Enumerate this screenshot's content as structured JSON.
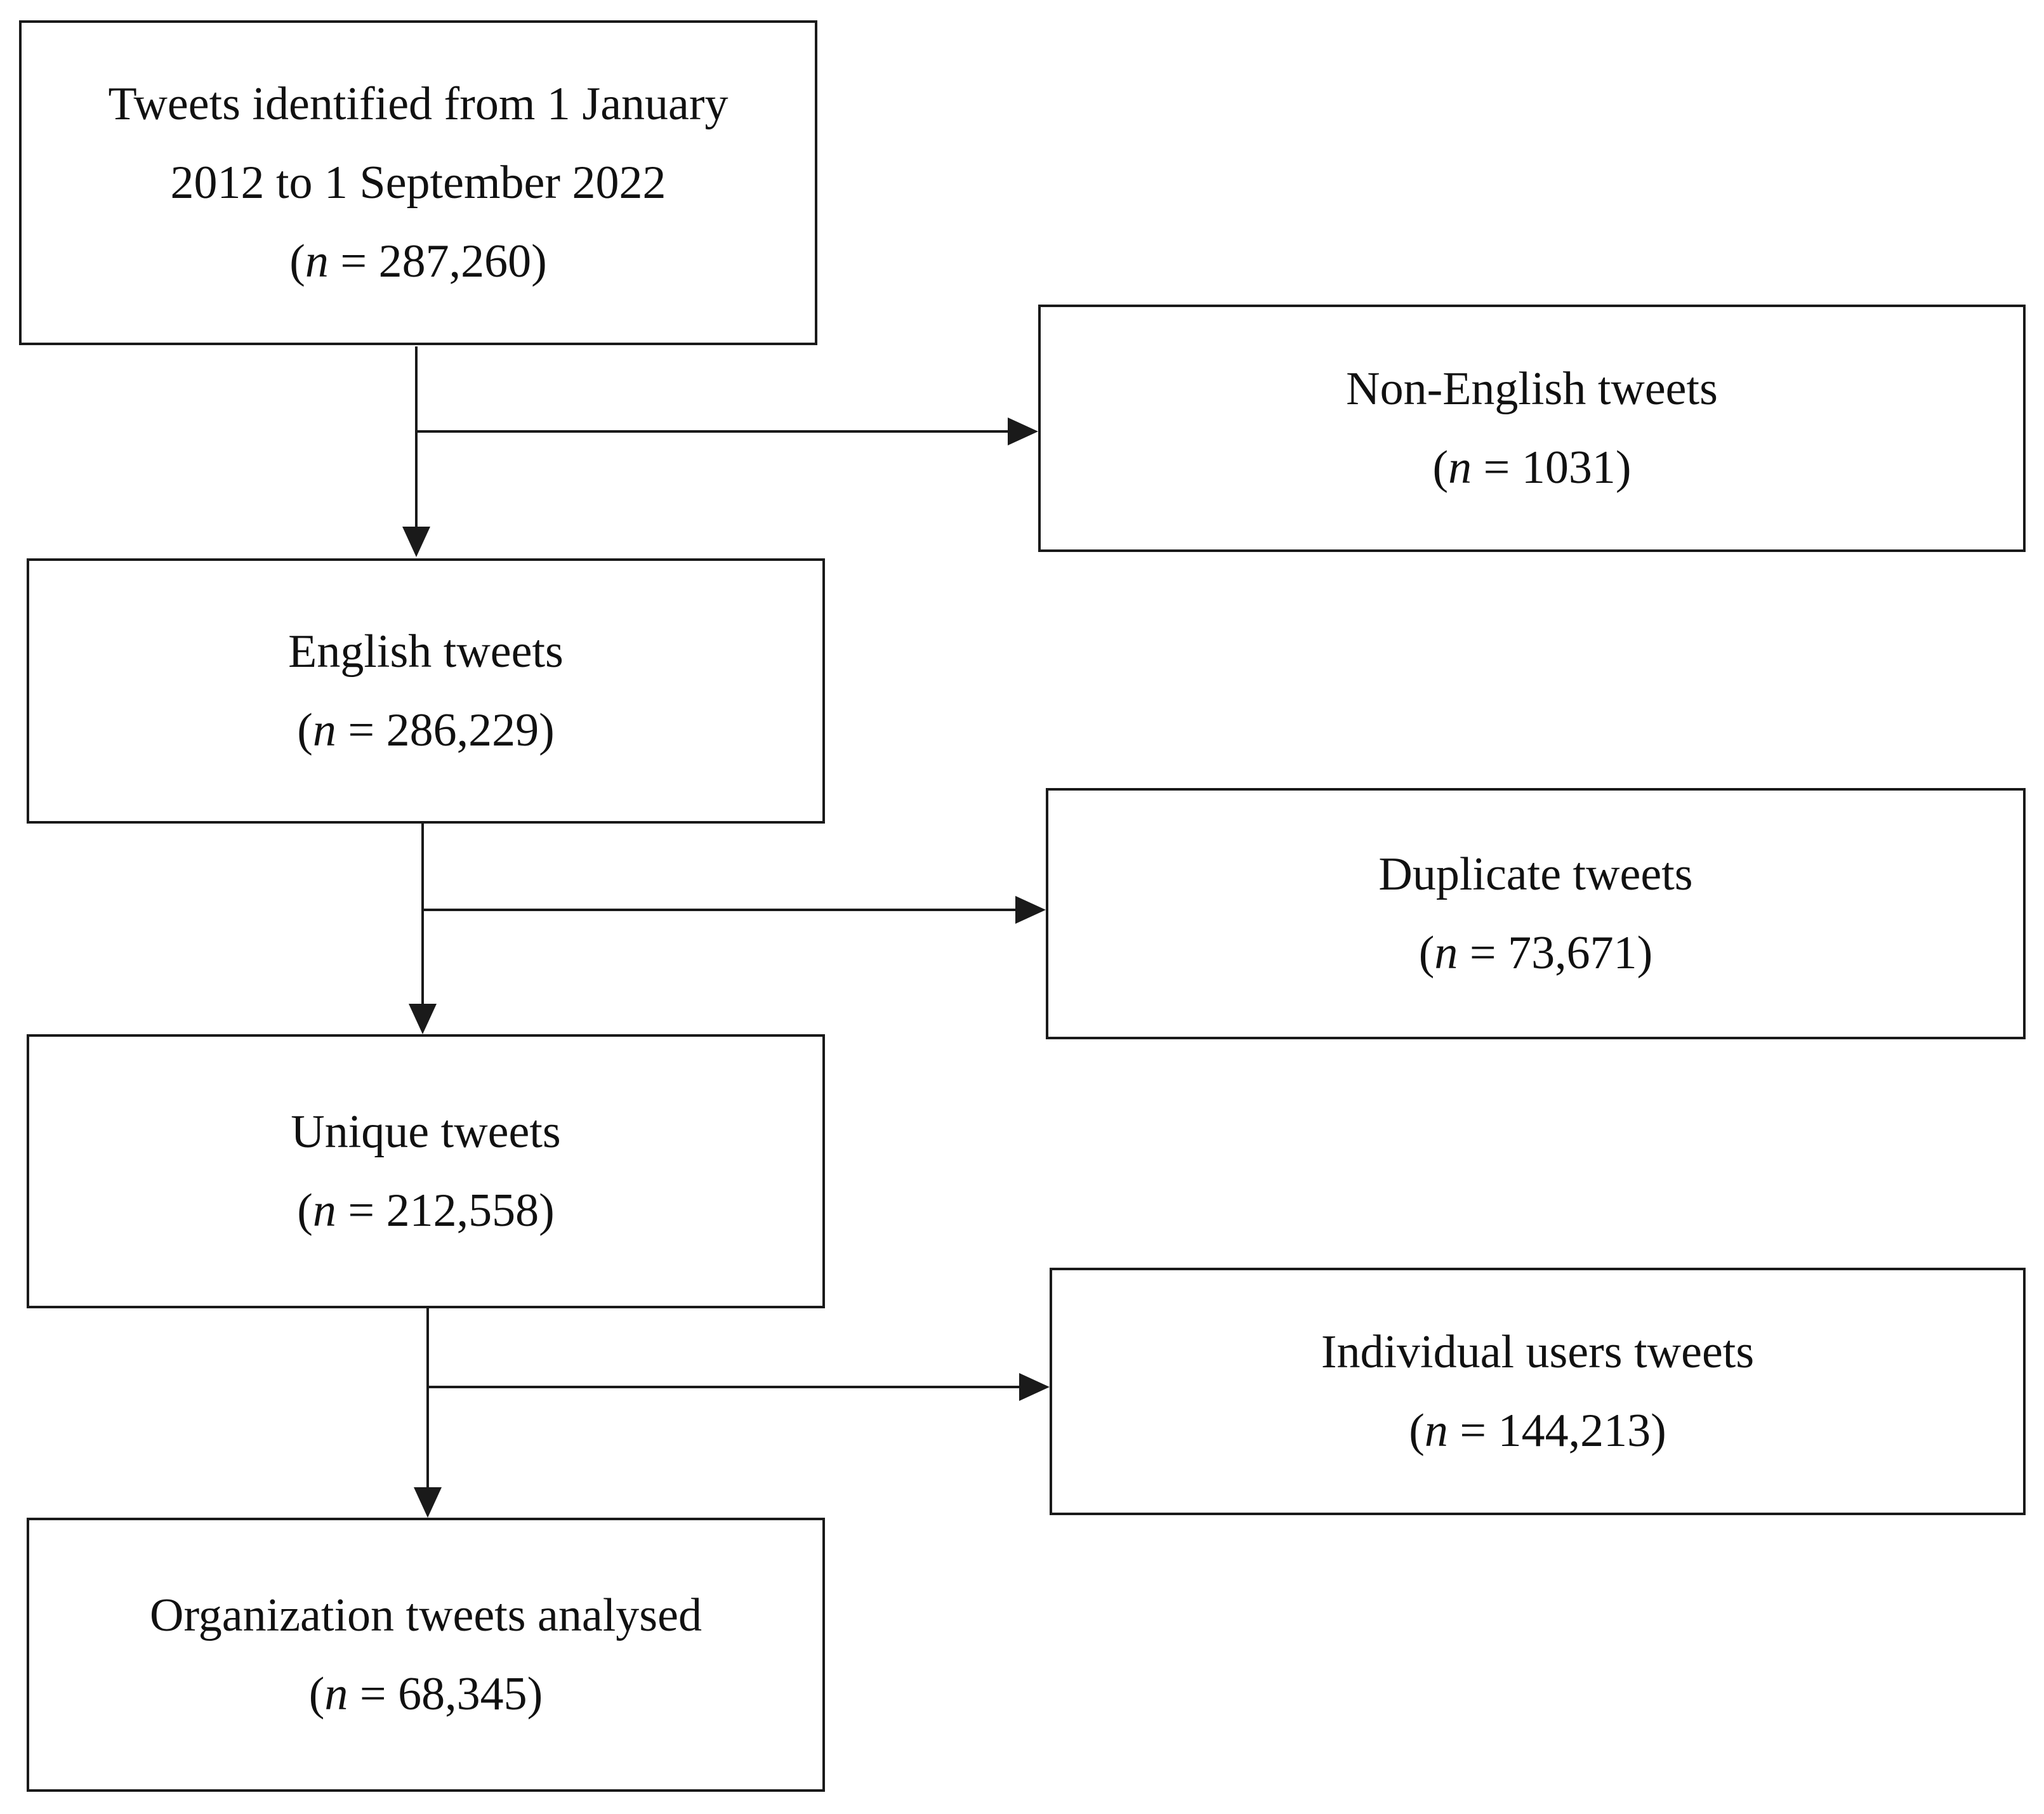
{
  "flow": {
    "identified": {
      "label_line1": "Tweets identified from 1 January",
      "label_line2": "2012 to 1 September 2022",
      "n_symbol": "n",
      "count": "287,260"
    },
    "english": {
      "label": "English tweets",
      "n_symbol": "n",
      "count": "286,229"
    },
    "unique": {
      "label": "Unique tweets",
      "n_symbol": "n",
      "count": "212,558"
    },
    "organization": {
      "label": "Organization tweets analysed",
      "n_symbol": "n",
      "count": "68,345"
    }
  },
  "exclusions": {
    "non_english": {
      "label": "Non-English tweets",
      "n_symbol": "n",
      "count": "1031"
    },
    "duplicate": {
      "label": "Duplicate tweets",
      "n_symbol": "n",
      "count": "73,671"
    },
    "individual": {
      "label": "Individual users tweets",
      "n_symbol": "n",
      "count": "144,213"
    }
  },
  "colors": {
    "line": "#1a1a1a",
    "text": "#111111",
    "background": "#ffffff"
  }
}
